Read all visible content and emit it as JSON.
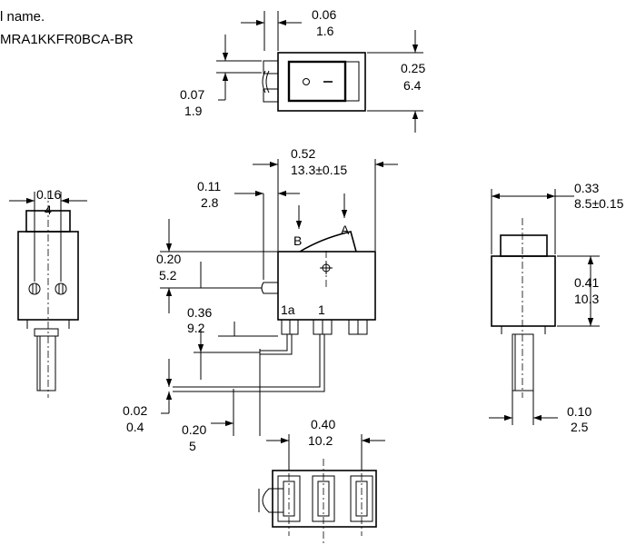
{
  "header": {
    "line1": "l name.",
    "line2": "MRA1KKFR0BCA-BR"
  },
  "top_view": {
    "dim_a_in": "0.06",
    "dim_a_mm": "1.6",
    "dim_b_in": "0.25",
    "dim_b_mm": "6.4",
    "dim_c_in": "0.07",
    "dim_c_mm": "1.9",
    "symbol_off": "o",
    "symbol_on": "–"
  },
  "side_view": {
    "width_in": "0.52",
    "width_mm": "13.3±0.15",
    "offset_in": "0.11",
    "offset_mm": "2.8",
    "height_in": "0.20",
    "height_mm": "5.2",
    "pin_in": "0.36",
    "pin_mm": "9.2",
    "thick_in": "0.02",
    "thick_mm": "0.4",
    "lead_in": "0.20",
    "lead_mm": "5",
    "label_a": "A",
    "label_b": "B",
    "pin_1a": "1a",
    "pin_1": "1"
  },
  "left_view": {
    "width_in": "0.16",
    "width_mm": "4"
  },
  "right_view": {
    "width_in": "0.33",
    "width_mm": "8.5±0.15",
    "height_in": "0.41",
    "height_mm": "10.3",
    "pin_in": "0.10",
    "pin_mm": "2.5"
  },
  "bottom_view": {
    "pitch_in": "0.40",
    "pitch_mm": "10.2"
  }
}
